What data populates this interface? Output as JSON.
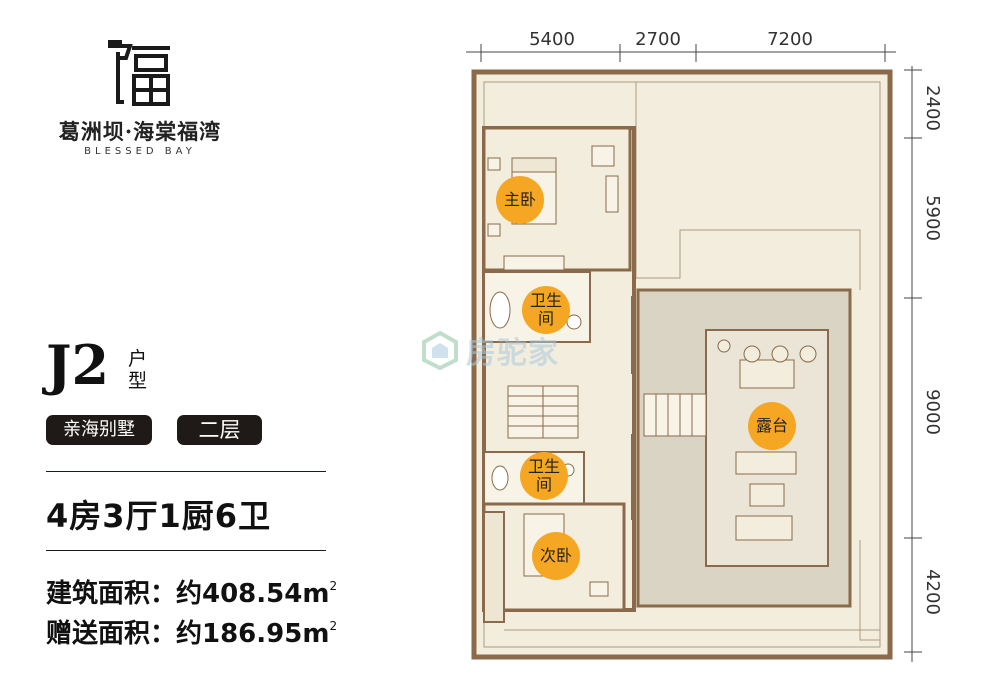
{
  "brand": {
    "name": "葛洲坝·海棠福湾",
    "name_en": "BLESSED BAY",
    "logo_icon": "fu-character-logo-icon"
  },
  "unit": {
    "code": "J2",
    "suffix": "户型",
    "tags": [
      "亲海别墅",
      "二层"
    ],
    "layout": "4房3厅1厨6卫",
    "build_area_label": "建筑面积：约408.54",
    "gift_area_label": "赠送面积：约186.95",
    "area_unit": "m",
    "area_unit_sup": "2"
  },
  "plan": {
    "dims_top": [
      "5400",
      "2700",
      "7200"
    ],
    "dims_right": [
      "2400",
      "5900",
      "9000",
      "4200"
    ],
    "rooms": {
      "master": "主卧",
      "bath1": "卫生间",
      "terrace": "露台",
      "bath2": "卫生间",
      "second": "次卧"
    }
  },
  "watermark": {
    "text": "房驼家",
    "icon": "house-logo-icon"
  },
  "colors": {
    "wall": "#8a6a4a",
    "floor": "#f2eddc",
    "terrace": "#d9d4c4",
    "label": "#f5a623",
    "tag_bg": "#1f1a17"
  }
}
